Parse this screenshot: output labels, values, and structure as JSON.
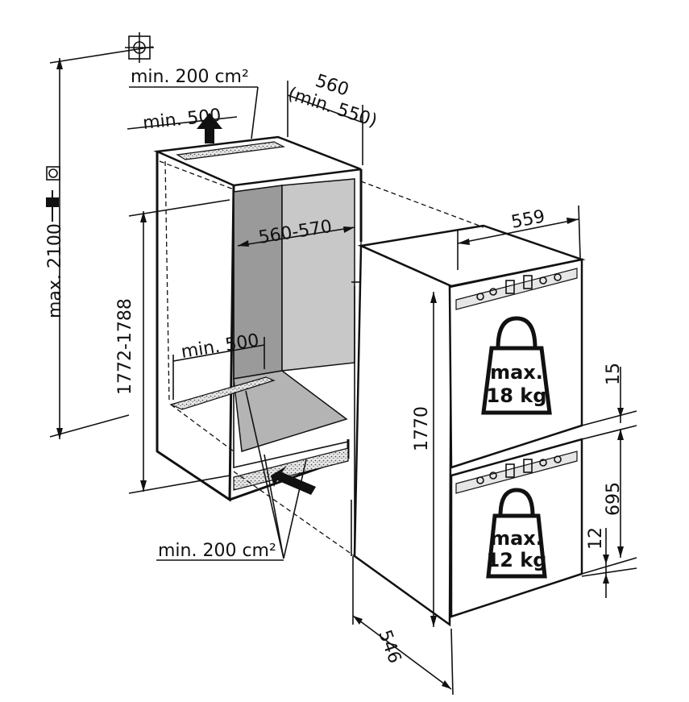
{
  "labels": {
    "max_height": "max. 2100",
    "top_vent_area": "min. 200 cm²",
    "top_vent_depth": "min. 500",
    "niche_depth_top": "560",
    "niche_depth_min": "(min. 550)",
    "niche_width": "560-570",
    "niche_height": "1772-1788",
    "bottom_vent_depth": "min. 500",
    "bottom_vent_area": "min. 200 cm²",
    "appliance_width": "559",
    "appliance_height": "1770",
    "appliance_depth": "546",
    "gap_top": "15",
    "lower_door_height": "695",
    "gap_bottom": "12",
    "upper_weight_line1": "max.",
    "upper_weight_line2": "18 kg",
    "lower_weight_line1": "max.",
    "lower_weight_line2": "12 kg"
  },
  "icons": [
    "socket-icon",
    "plug-icon",
    "crosshair-icon",
    "airflow-arrow-icon",
    "weight-icon"
  ],
  "colors": {
    "line": "#111111",
    "niche_interior": "#c8c8c8",
    "niche_shadow": "#9a9a9a",
    "vent": "#e6e6e6"
  }
}
